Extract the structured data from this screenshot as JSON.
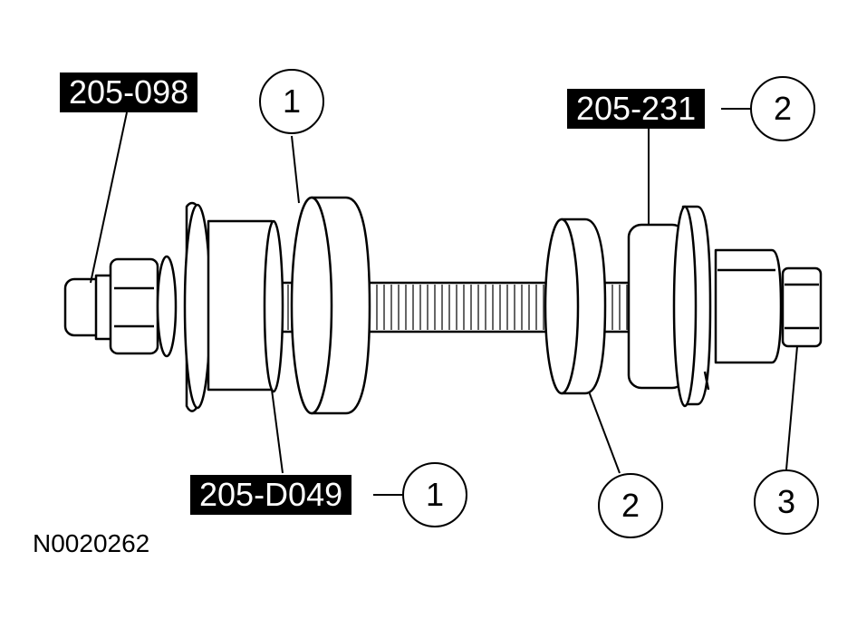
{
  "labels": {
    "tool_205_098": "205-098",
    "tool_205_231": "205-231",
    "tool_205_d049": "205-D049"
  },
  "callouts": {
    "c1_top": "1",
    "c1_bottom": "1",
    "c2_top": "2",
    "c2_bottom": "2",
    "c3": "3"
  },
  "figure_id": "N0020262"
}
